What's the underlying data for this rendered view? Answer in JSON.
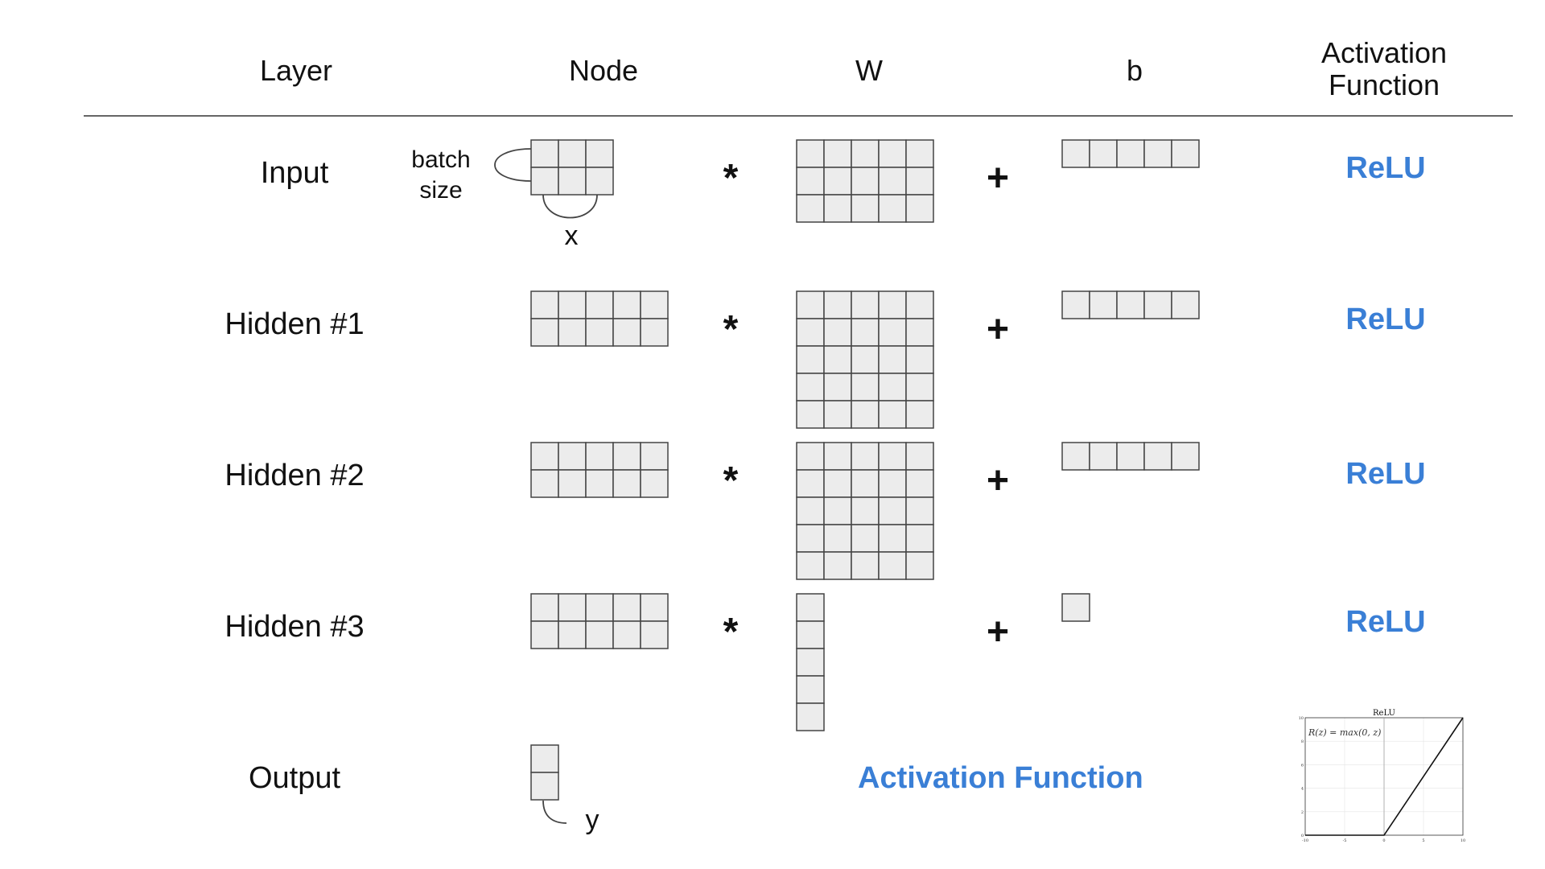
{
  "headers": {
    "layer": "Layer",
    "node": "Node",
    "w": "W",
    "b": "b",
    "activation_line1": "Activation",
    "activation_line2": "Function"
  },
  "rows": [
    {
      "layer": "Input",
      "node": {
        "rows": 2,
        "cols": 3
      },
      "w": {
        "rows": 3,
        "cols": 5
      },
      "b": {
        "rows": 1,
        "cols": 5
      },
      "activation": "ReLU"
    },
    {
      "layer": "Hidden #1",
      "node": {
        "rows": 2,
        "cols": 5
      },
      "w": {
        "rows": 5,
        "cols": 5
      },
      "b": {
        "rows": 1,
        "cols": 5
      },
      "activation": "ReLU"
    },
    {
      "layer": "Hidden #2",
      "node": {
        "rows": 2,
        "cols": 5
      },
      "w": {
        "rows": 5,
        "cols": 5
      },
      "b": {
        "rows": 1,
        "cols": 5
      },
      "activation": "ReLU"
    },
    {
      "layer": "Hidden #3",
      "node": {
        "rows": 2,
        "cols": 5
      },
      "w": {
        "rows": 5,
        "cols": 1
      },
      "b": {
        "rows": 1,
        "cols": 1
      },
      "activation": "ReLU"
    },
    {
      "layer": "Output",
      "node": {
        "rows": 2,
        "cols": 1
      }
    }
  ],
  "operators": {
    "multiply": "*",
    "add": "+"
  },
  "annotations": {
    "batch_size_line1": "batch",
    "batch_size_line2": "size",
    "x": "x",
    "y": "y"
  },
  "activation_function_label": "Activation Function",
  "relu_plot": {
    "title": "ReLU",
    "formula": "R(z) = max(0,  z)",
    "x_ticks": [
      "-10",
      "-5",
      "0",
      "5",
      "10"
    ],
    "y_ticks": [
      "0",
      "2",
      "4",
      "6",
      "8",
      "10"
    ],
    "xlim": [
      -10,
      10
    ],
    "ylim": [
      0,
      10
    ]
  }
}
